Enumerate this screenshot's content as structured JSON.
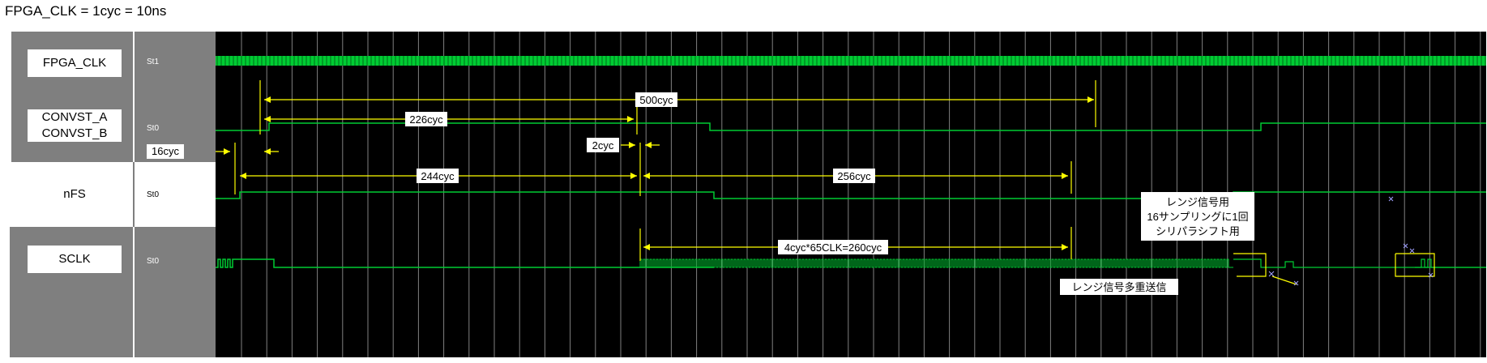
{
  "caption": "FPGA_CLK = 1cyc = 10ns",
  "signals": [
    {
      "name": "FPGA_CLK",
      "value": "St1"
    },
    {
      "name": "CONVST_A\nCONVST_B",
      "value": "St0"
    },
    {
      "name": "nFS",
      "value": "St0"
    },
    {
      "name": "SCLK",
      "value": "St0"
    }
  ],
  "annotations": {
    "m500": "500cyc",
    "m226": "226cyc",
    "m16": "16cyc",
    "m2": "2cyc",
    "m244": "244cyc",
    "m256": "256cyc",
    "m260": "4cyc*65CLK=260cyc",
    "note_range_line1": "レンジ信号用",
    "note_range_line2": "16サンプリングに1回",
    "note_range_line3": "シリパラシフト用",
    "note_multi": "レンジ信号多重送信"
  },
  "colors": {
    "wave": "#00cc33",
    "marker": "#ffff00",
    "grid": "#808080",
    "background": "#000000",
    "signal_band": "#7f7f7f"
  }
}
